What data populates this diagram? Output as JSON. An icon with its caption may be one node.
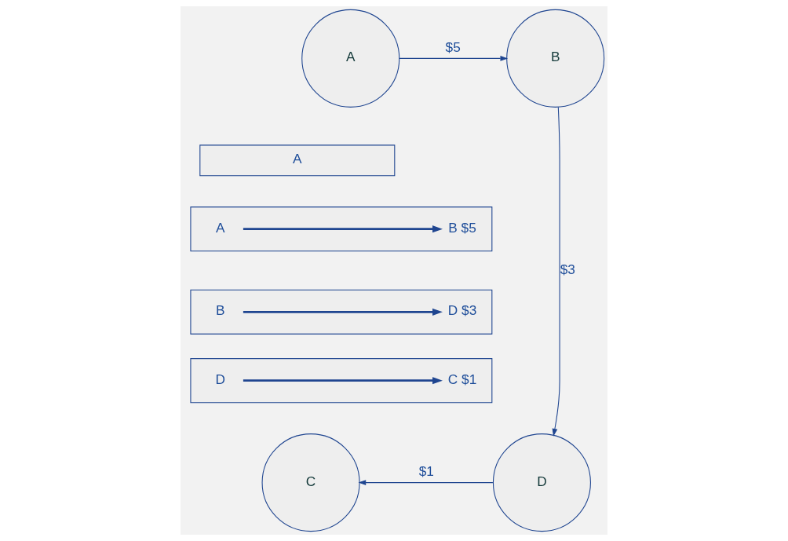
{
  "diagram": {
    "nodes": [
      {
        "text": [
          "A"
        ]
      },
      {
        "text": [
          "B"
        ]
      },
      {
        "text": [
          "A"
        ]
      },
      {
        "text": [],
        "shape": "box"
      },
      {
        "text": [
          "A"
        ],
        "in": 3
      },
      {
        "text": [
          "B $5"
        ],
        "in": 3
      },
      {
        "text": [],
        "shape": "box"
      },
      {
        "text": [
          "B"
        ],
        "in": 6
      },
      {
        "text": [
          "D $3"
        ],
        "in": 6
      },
      {
        "text": [],
        "shape": "box"
      },
      {
        "text": [
          "D"
        ],
        "in": 9
      },
      {
        "text": [
          "C $1"
        ],
        "in": 9
      },
      {
        "text": [
          "C"
        ]
      },
      {
        "text": [
          "D"
        ]
      }
    ],
    "edges": [
      {
        "from": 0,
        "to": 1,
        "arrow": "to",
        "label": "$5"
      },
      {
        "from": 1,
        "to": 13,
        "arrow": "to",
        "label": "$3"
      },
      {
        "from": 13,
        "to": 12,
        "arrow": "to",
        "label": "$1"
      },
      {
        "from": 4,
        "to": 5,
        "arrow": "to",
        "style": "thick"
      },
      {
        "from": 7,
        "to": 8,
        "arrow": "to",
        "style": "thick"
      },
      {
        "from": 10,
        "to": 11,
        "arrow": "to",
        "style": "thick"
      }
    ]
  }
}
